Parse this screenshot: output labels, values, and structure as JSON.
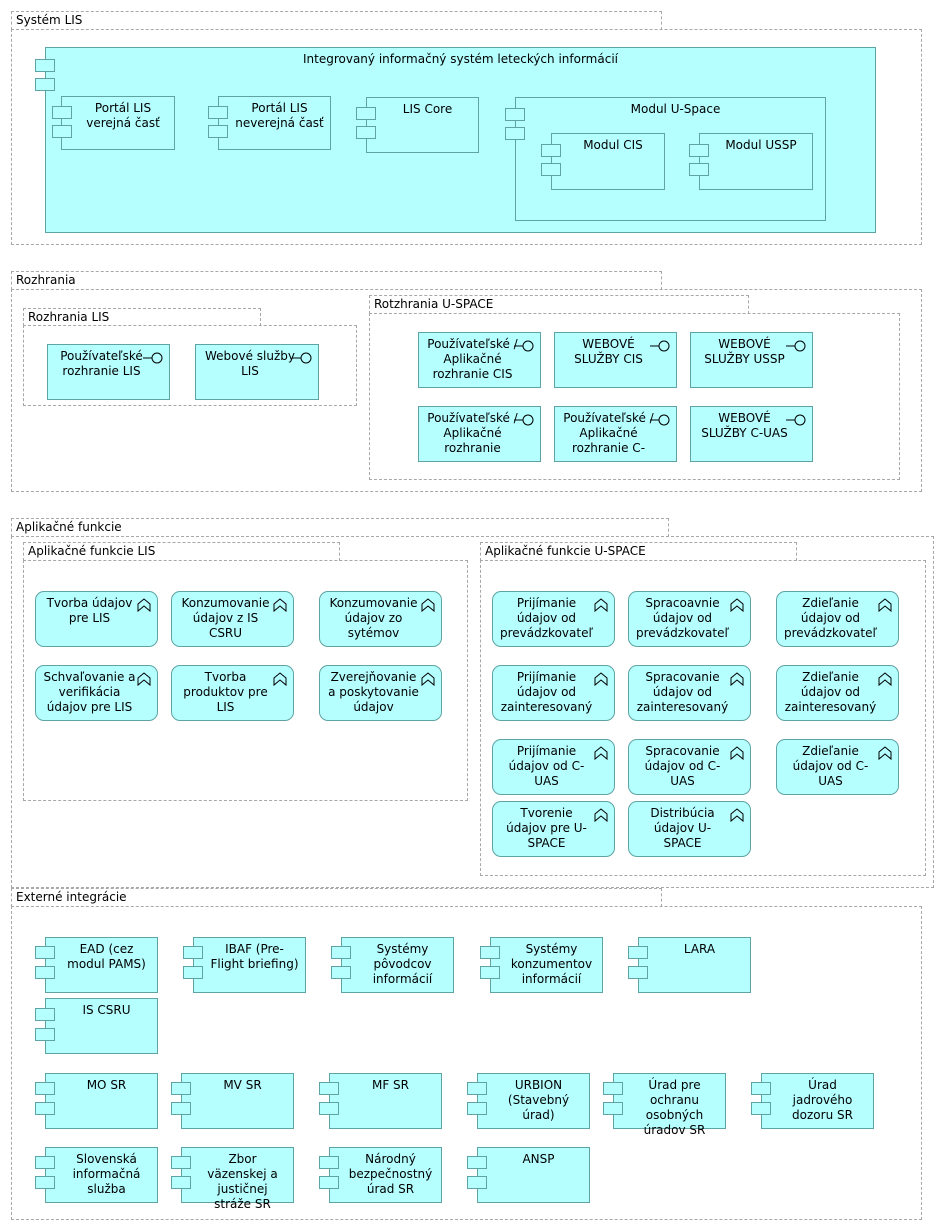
{
  "groups": {
    "system_lis": "Systém LIS",
    "rozhrania": "Rozhrania",
    "rozhrania_lis": "Rozhrania LIS",
    "rozhrania_uspace": "Rotzhrania U-SPACE",
    "aplikacne_funkcie": "Aplikačné funkcie",
    "aplikacne_funkcie_lis": "Aplikačné funkcie LIS",
    "aplikacne_funkcie_uspace": "Aplikačné funkcie U-SPACE",
    "externe_integracie": "Externé integrácie"
  },
  "components": {
    "integrovany": "Integrovaný informačný systém leteckých informácií",
    "portal_verejna": "Portál LIS verejná časť",
    "portal_neverejna": "Portál LIS neverejná časť",
    "lis_core": "LIS Core",
    "modul_uspace": "Modul U-Space",
    "modul_cis": "Modul CIS",
    "modul_ussp": "Modul USSP"
  },
  "interfaces": {
    "pouzivatelske_lis": "Používateľské rozhranie LIS",
    "webove_lis": "Webové služby LIS",
    "pouz_cis": "Používateľské / Aplikačné rozhranie CIS",
    "webove_cis": "WEBOVÉ SLUŽBY CIS",
    "webove_ussp": "WEBOVÉ SLUŽBY USSP",
    "pouz_rozhranie": "Používateľské / Aplikačné rozhranie",
    "pouz_c": "Používateľské / Aplikačné rozhranie C-",
    "webove_cuas": "WEBOVÉ SLUŽBY C-UAS"
  },
  "functions_lis": {
    "tvorba": "Tvorba údajov pre LIS",
    "konzum_csru": "Konzumovanie údajov z IS CSRU",
    "konzum_syst": "Konzumovanie údajov zo sytémov",
    "schval": "Schvaľovanie a verifikácia údajov pre LIS",
    "tvorba_prod": "Tvorba produktov pre LIS",
    "zverej": "Zverejňovanie a poskytovanie údajov"
  },
  "functions_uspace": {
    "prij_prev": "Prijímanie údajov od prevádzkovateľ",
    "sprac_prev": "Spracoavnie údajov od prevádzkovateľ",
    "zdiel_prev": "Zdieľanie údajov od prevádzkovateľ",
    "prij_zaint": "Prijímanie údajov od zainteresovaný",
    "sprac_zaint": "Spracovanie údajov od zainteresovaný",
    "zdiel_zaint": "Zdieľanie údajov od zainteresovaný",
    "prij_cuas": "Prijímanie údajov od C-UAS",
    "sprac_cuas": "Spracovanie údajov od C-UAS",
    "zdiel_cuas": "Zdieľanie údajov od C-UAS",
    "tvorenie": "Tvorenie údajov pre U-SPACE",
    "distrib": "Distribúcia údajov U-SPACE"
  },
  "external": {
    "ead": "EAD (cez modul PAMS)",
    "ibaf": "IBAF (Pre-Flight briefing)",
    "povodcov": "Systémy pôvodcov informácií",
    "konzumentov": "Systémy konzumentov informácií",
    "lara": "LARA",
    "is_csru": "IS CSRU",
    "mo_sr": "MO SR",
    "mv_sr": "MV SR",
    "mf_sr": "MF SR",
    "urbion": "URBION (Stavebný úrad)",
    "urad_ochrana": "Úrad pre ochranu osobných úradov SR",
    "urad_jadrovy": "Úrad jadrového dozoru SR",
    "sis": "Slovenská informačná služba",
    "zbor": "Zbor väzenskej a justičnej stráže SR",
    "nbu": "Národný bezpečnostný úrad SR",
    "ansp": "ANSP"
  },
  "colors": {
    "element_fill": "#b5ffff",
    "element_border": "#5fa3a3",
    "group_border": "#a8a8a8"
  },
  "icons": {
    "component": "component-icon",
    "interface": "interface-lollipop-icon",
    "function": "function-chevron-icon"
  }
}
